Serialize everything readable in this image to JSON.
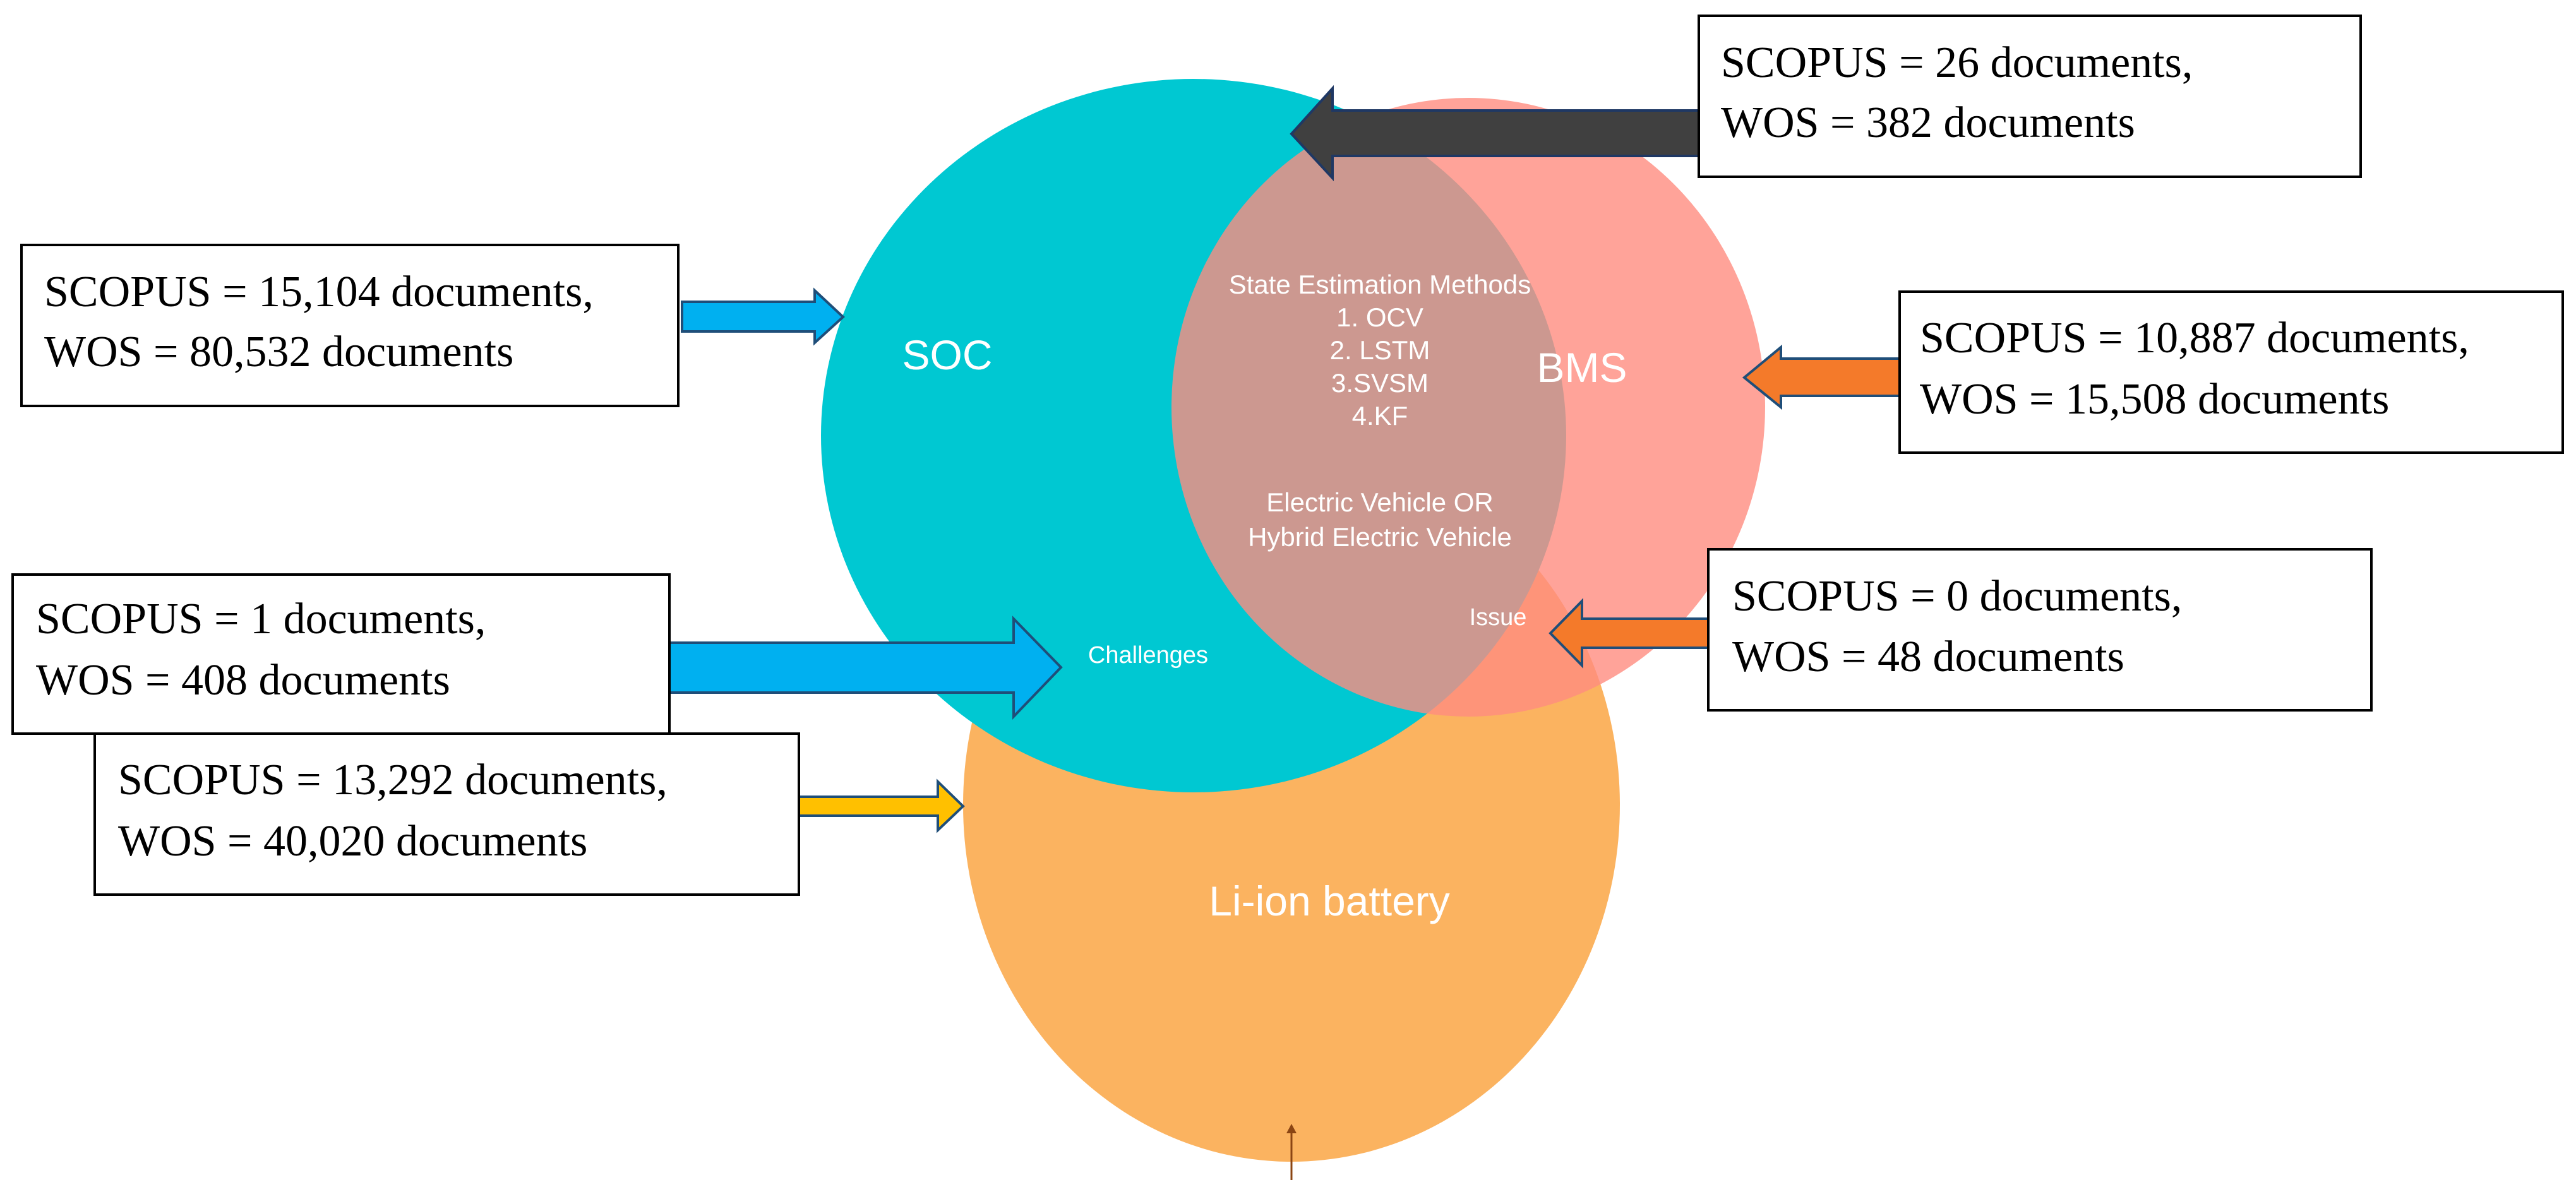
{
  "circles": {
    "soc": {
      "label": "SOC",
      "color": "#00c8d2"
    },
    "bms": {
      "label": "BMS",
      "color": "#ff8c80"
    },
    "liion": {
      "label": "Li-ion battery",
      "color": "#fba94a"
    }
  },
  "intersections": {
    "soc_bms": {
      "heading": "State Estimation Methods",
      "methods": [
        "1. OCV",
        "2. LSTM",
        "3.SVSM",
        "4.KF"
      ]
    },
    "center": {
      "line1": "Electric Vehicle  OR",
      "line2": "Hybrid Electric Vehicle"
    },
    "soc_liion": {
      "label": "Challenges"
    },
    "bms_liion": {
      "label": "Issue"
    }
  },
  "boxes": {
    "soc": {
      "scopus": "SCOPUS = 15,104 documents,",
      "wos": "WOS = 80,532 documents",
      "arrow_color": "#00b0f0"
    },
    "soc_bms": {
      "scopus": "SCOPUS = 26 documents,",
      "wos": "WOS = 382 documents",
      "arrow_color": "#404040"
    },
    "bms": {
      "scopus": "SCOPUS = 10,887 documents,",
      "wos": "WOS = 15,508 documents",
      "arrow_color": "#f47a2a"
    },
    "bms_liion": {
      "scopus": "SCOPUS = 0 documents,",
      "wos": "WOS = 48 documents",
      "arrow_color": "#f47a2a"
    },
    "soc_liion": {
      "scopus": "SCOPUS = 1 documents,",
      "wos": "WOS = 408 documents",
      "arrow_color": "#00b0f0"
    },
    "liion": {
      "scopus": "SCOPUS = 13,292 documents,",
      "wos": "WOS = 40,020 documents",
      "arrow_color": "#ffc000"
    }
  }
}
